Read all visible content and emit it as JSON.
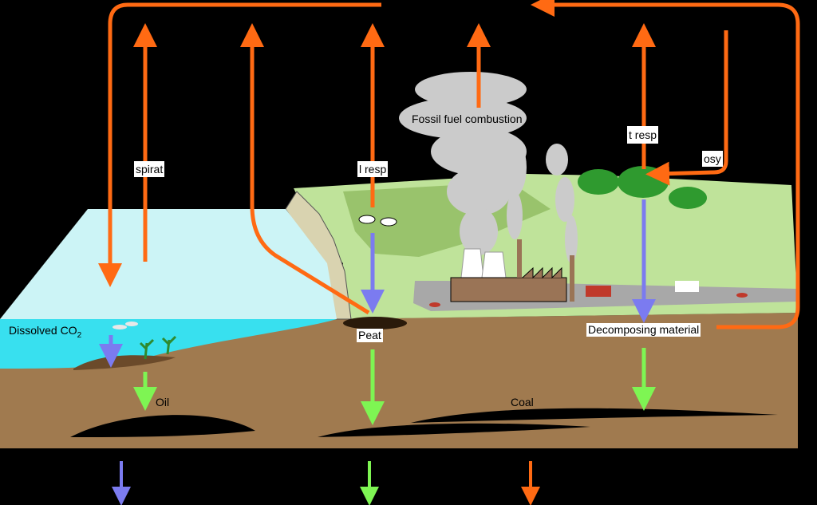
{
  "labels": {
    "respiration_ocean": "spirat",
    "respiration_animal": "l resp",
    "fossil_fuel": "Fossil fuel combustion",
    "respiration_plant": "t resp",
    "photosynthesis": "osy",
    "dissolved_co2": "Dissolved CO",
    "dissolved_co2_sub": "2",
    "peat": "Peat",
    "decomposing": "Decomposing material",
    "oil": "Oil",
    "coal": "Coal"
  },
  "colors": {
    "carbon_flow": "#ff6a13",
    "organic_flow": "#7b7bf0",
    "fossil_flow": "#7ef553",
    "soil": "#a07a4f",
    "ocean_surface": "#ccf4f6",
    "ocean_water": "#38e0ef",
    "grass": "#bfe39a",
    "field": "#99c36c",
    "smoke": "#cbcbcb"
  }
}
